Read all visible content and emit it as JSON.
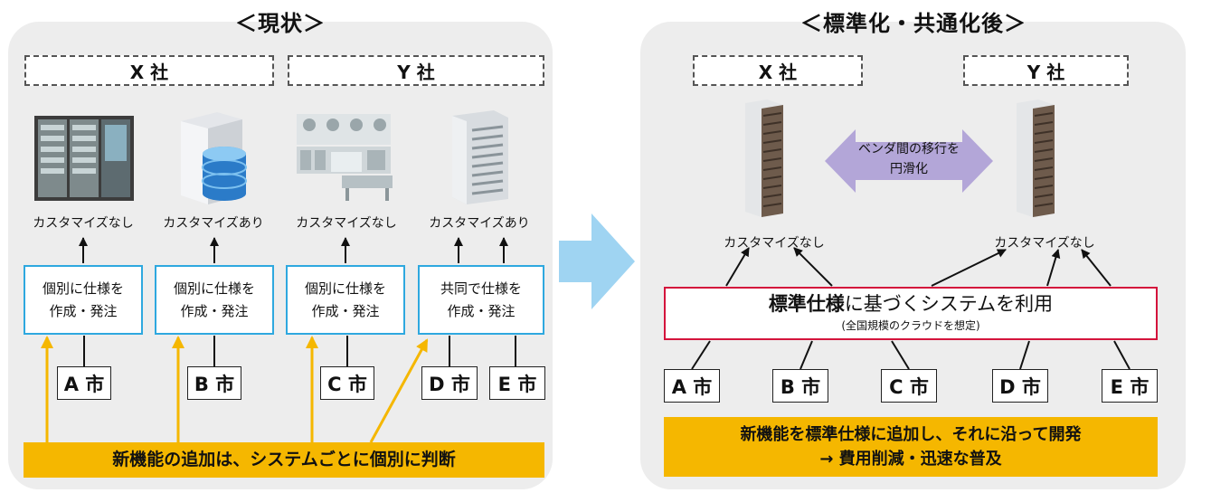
{
  "left": {
    "title": "＜現状＞",
    "companies": [
      "X 社",
      "Y 社"
    ],
    "customizations": [
      "カスタマイズなし",
      "カスタマイズあり",
      "カスタマイズなし",
      "カスタマイズあり"
    ],
    "specs": [
      [
        "個別に仕様を",
        "作成・発注"
      ],
      [
        "個別に仕様を",
        "作成・発注"
      ],
      [
        "個別に仕様を",
        "作成・発注"
      ],
      [
        "共同で仕様を",
        "作成・発注"
      ]
    ],
    "cities": [
      "A 市",
      "B 市",
      "C 市",
      "D 市",
      "E 市"
    ],
    "banner": "新機能の追加は、システムごとに個別に判断"
  },
  "right": {
    "title": "＜標準化・共通化後＞",
    "companies": [
      "X 社",
      "Y 社"
    ],
    "customizations": [
      "カスタマイズなし",
      "カスタマイズなし"
    ],
    "migration": [
      "ベンダ間の移行を",
      "円滑化"
    ],
    "standard_bold": "標準仕様",
    "standard_rest": "に基づくシステムを利用",
    "standard_sub": "(全国規模のクラウドを想定)",
    "cities": [
      "A 市",
      "B 市",
      "C 市",
      "D 市",
      "E 市"
    ],
    "banner": [
      "新機能を標準仕様に追加し、それに沿って開発",
      "→ 費用削減・迅速な普及"
    ]
  },
  "icons": {
    "server_rack": "server-rack-icon",
    "database": "database-server-icon",
    "mainframe": "mainframe-icon",
    "tower_server": "tower-server-icon",
    "standard_server": "standard-server-icon",
    "big_arrow": "big-right-arrow-icon"
  },
  "colors": {
    "panel": "#ededed",
    "spec_border": "#2ea8df",
    "banner": "#f5b700",
    "yellow_arrow": "#f5b700",
    "standard_border": "#d4143c",
    "big_arrow": "#9fd4f2",
    "migration_arrow": "#b3a6d8"
  }
}
